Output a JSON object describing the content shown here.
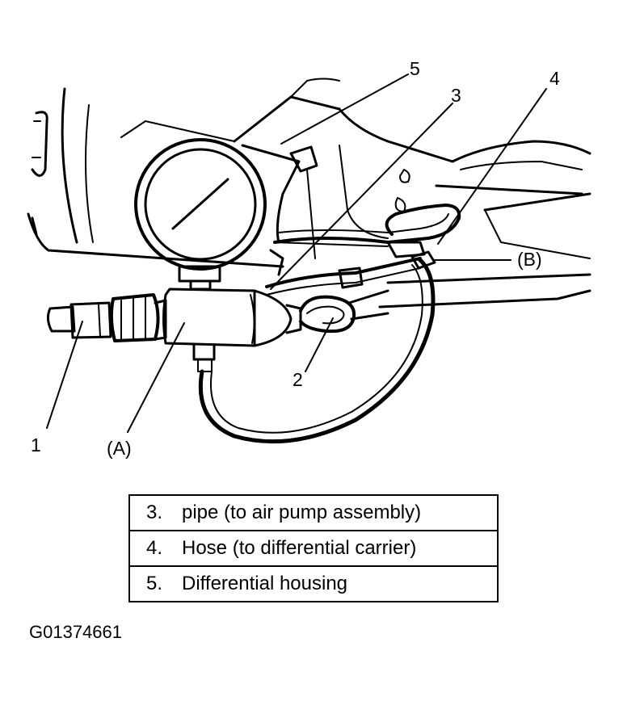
{
  "callouts": {
    "c1": "1",
    "c2": "2",
    "c3": "3",
    "c4": "4",
    "c5": "5",
    "cA": "(A)",
    "cB": "(B)"
  },
  "legend": {
    "rows": [
      {
        "number": "3.",
        "text": "pipe (to air pump assembly)"
      },
      {
        "number": "4.",
        "text": "Hose (to differential carrier)"
      },
      {
        "number": "5.",
        "text": "Differential housing"
      }
    ]
  },
  "figure_id": "G01374661",
  "colors": {
    "ink": "#000000",
    "paper": "#ffffff"
  }
}
